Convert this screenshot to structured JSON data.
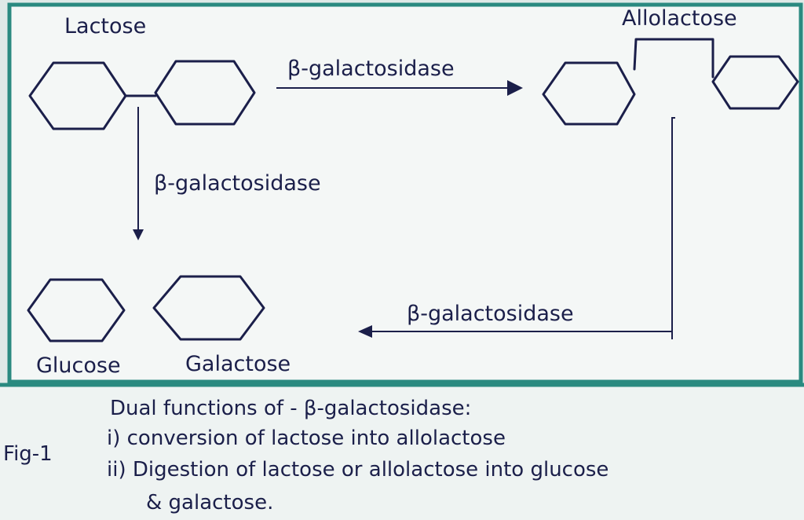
{
  "labels": {
    "lactose": "Lactose",
    "allolactose": "Allolactose",
    "glucose": "Glucose",
    "galactose": "Galactose",
    "enzyme_top": "β-galactosidase",
    "enzyme_down": "β-galactosidase",
    "enzyme_return": "β-galactosidase"
  },
  "caption": {
    "fig": "Fig-1",
    "title": "Dual functions of - β-galactosidase:",
    "item1": "i) conversion of lactose into allolactose",
    "item2": "ii) Digestion of lactose or allolactose into glucose",
    "item2_cont": "& galactose."
  },
  "colors": {
    "ink": "#1b1f4a",
    "frame": "#2a8a80",
    "paper": "#f4f7f6"
  }
}
